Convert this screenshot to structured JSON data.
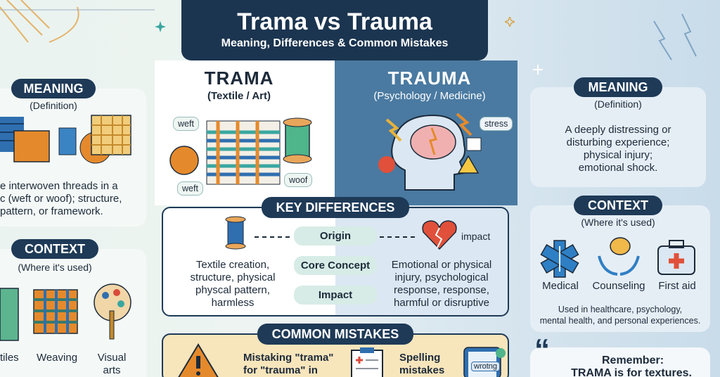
{
  "header": {
    "title": "Trama vs Trauma",
    "subtitle": "Meaning, Differences & Common Mistakes"
  },
  "trama": {
    "heading": "TRAMA",
    "sub": "(Textile / Art)",
    "label_weft": "weft",
    "label_weft2": "weft",
    "label_woof": "woof"
  },
  "trauma": {
    "heading": "TRAUMA",
    "sub": "(Psychology / Medicine)",
    "label_stress": "stress"
  },
  "left_panel": {
    "meaning_label": "MEANING",
    "meaning_sub": "(Definition)",
    "meaning_lines": [
      "e interwoven threads in a",
      "c (weft or woof); structure,",
      "pattern, or framework."
    ],
    "context_label": "CONTEXT",
    "context_sub": "(Where it's used)",
    "items": [
      "tiles",
      "Weaving",
      "Visual",
      "arts"
    ]
  },
  "key_differences": {
    "title": "KEY DIFFERENCES",
    "chips": [
      "Origin",
      "Core Concept",
      "Impact"
    ],
    "impact_label": "impact",
    "left_text": [
      "Textile creation,",
      "structure, physical",
      "physcal pattern,",
      "harmless"
    ],
    "right_text": [
      "Emotional or physical",
      "injury, psychological",
      "response, response,",
      "harmful or disruptive"
    ]
  },
  "common_mistakes": {
    "title": "COMMON MISTAKES",
    "item1": [
      "Mistaking \"trama\"",
      "for \"trauma\" in"
    ],
    "item2": [
      "Spelling",
      "mistakes"
    ],
    "writing_label": "wrotng"
  },
  "right_panel": {
    "meaning_label": "MEANING",
    "meaning_sub": "(Definition)",
    "meaning_lines": [
      "A deeply distressing or",
      "disturbing experience;",
      "physical injury;",
      "emotional shock."
    ],
    "context_label": "CONTEXT",
    "context_sub": "(Where it's used)",
    "items": [
      "Medical",
      "Counseling",
      "First aid"
    ],
    "usage_lines": [
      "Used in healthcare, psychology,",
      "mental health, and personal experiences."
    ],
    "remember_title": "Remember:",
    "remember_text": "TRAMA is for textures."
  },
  "colors": {
    "navy": "#1b3550",
    "teal": "#3aa7a0",
    "orange": "#e58a2c",
    "blue": "#2f6fb0",
    "red": "#d94a3a"
  }
}
